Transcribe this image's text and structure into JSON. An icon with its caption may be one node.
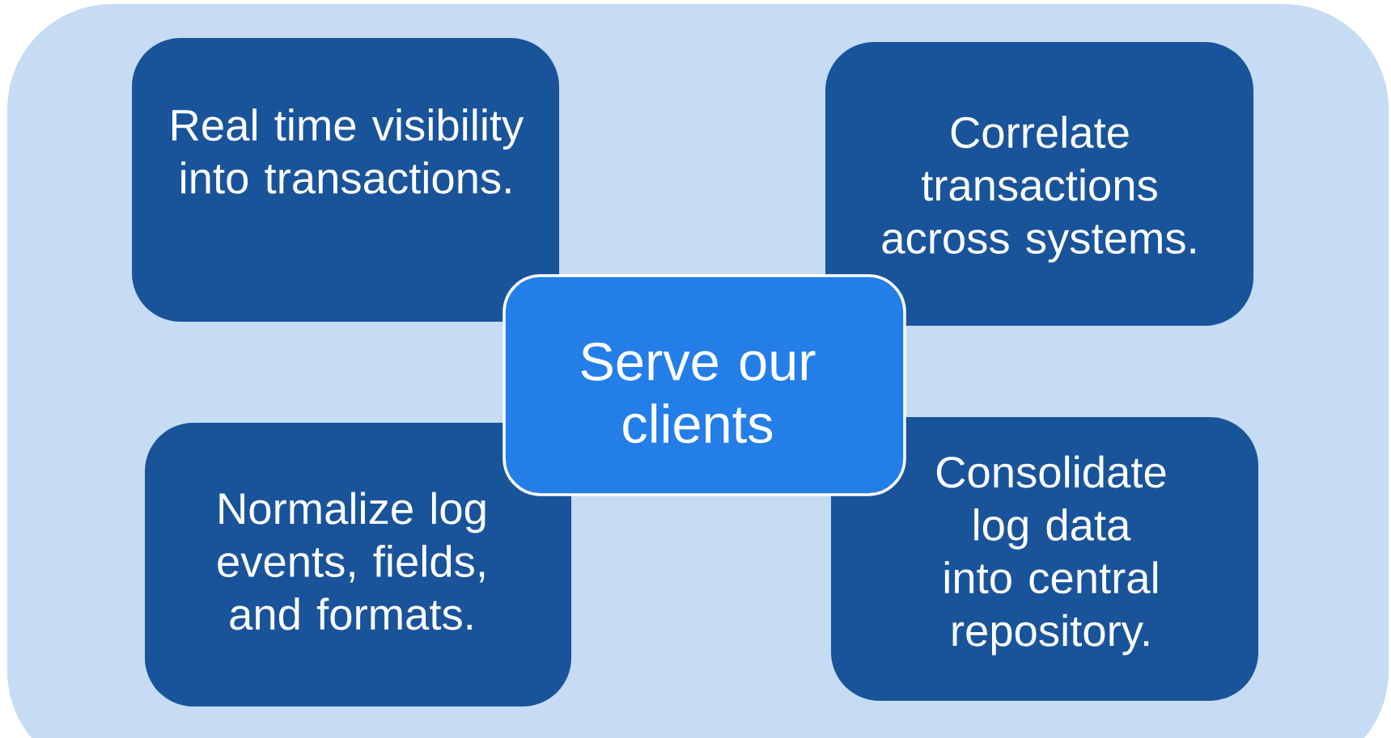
{
  "diagram": {
    "nodes": [
      {
        "text": [],
        "shape": "box"
      },
      {
        "text": [
          "Real time visibility into transactions."
        ],
        "in": 0
      },
      {
        "text": [
          "Correlate transactions across systems."
        ],
        "in": 0
      },
      {
        "text": [
          "Serve our clients"
        ],
        "in": 0
      },
      {
        "text": [
          "Normalize log events, fields, and formats."
        ],
        "in": 0
      },
      {
        "text": [
          "Consolidate log data into central repository."
        ],
        "in": 0
      }
    ]
  }
}
